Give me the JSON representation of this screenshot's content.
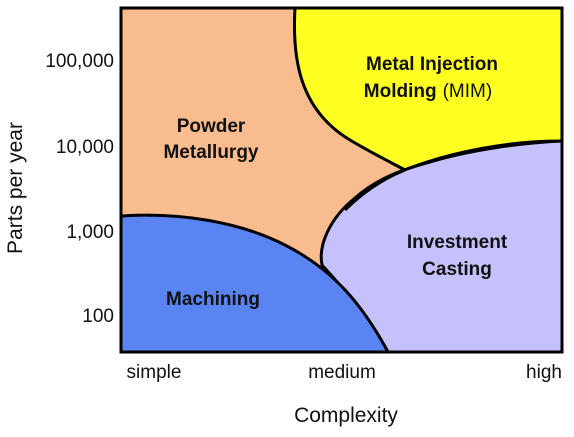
{
  "y_axis": {
    "title": "Parts per year",
    "ticks": [
      "100,000",
      "10,000",
      "1,000",
      "100"
    ]
  },
  "x_axis": {
    "title": "Complexity",
    "ticks": [
      "simple",
      "medium",
      "high"
    ]
  },
  "regions": {
    "powder_metallurgy": {
      "line1": "Powder",
      "line2": "Metallurgy",
      "color": "#F8BC8E"
    },
    "mim": {
      "line1": "Metal Injection",
      "line2_bold": "Molding",
      "line2_normal": "(MIM)",
      "color": "#FFFF22"
    },
    "investment_casting": {
      "line1": "Investment",
      "line2": "Casting",
      "color": "#C4C1FC"
    },
    "machining": {
      "line1": "Machining",
      "color": "#5A84F2"
    }
  }
}
